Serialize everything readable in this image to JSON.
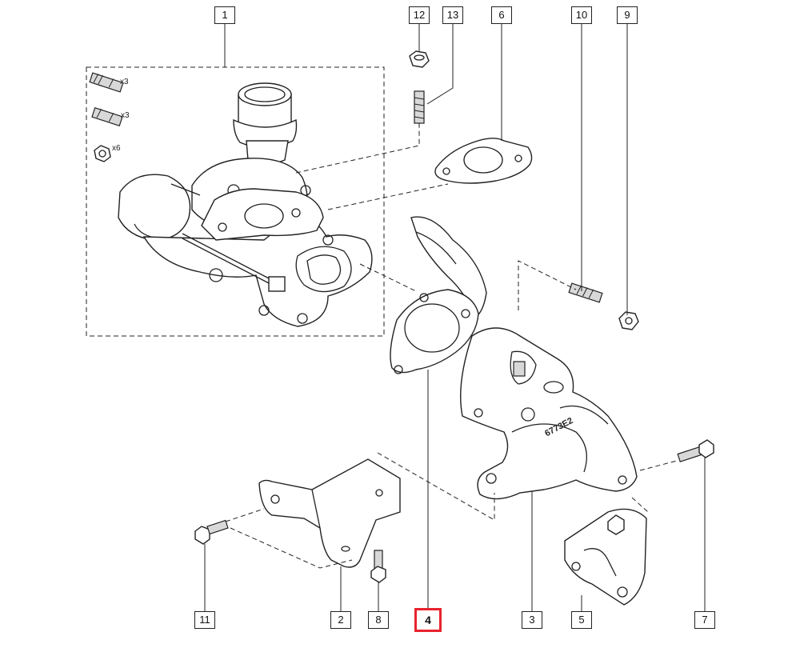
{
  "callouts": [
    {
      "id": "1",
      "label": "1"
    },
    {
      "id": "2",
      "label": "2"
    },
    {
      "id": "3",
      "label": "3"
    },
    {
      "id": "4",
      "label": "4",
      "highlight": true
    },
    {
      "id": "5",
      "label": "5"
    },
    {
      "id": "6",
      "label": "6"
    },
    {
      "id": "7",
      "label": "7"
    },
    {
      "id": "8",
      "label": "8"
    },
    {
      "id": "9",
      "label": "9"
    },
    {
      "id": "10",
      "label": "10"
    },
    {
      "id": "11",
      "label": "11"
    },
    {
      "id": "12",
      "label": "12"
    },
    {
      "id": "13",
      "label": "13"
    }
  ],
  "kit_quantities": {
    "long_studs": "x3",
    "short_studs": "x3",
    "nuts": "x6"
  },
  "casting_mark": "6773E2",
  "highlight_color": "#e8232e"
}
